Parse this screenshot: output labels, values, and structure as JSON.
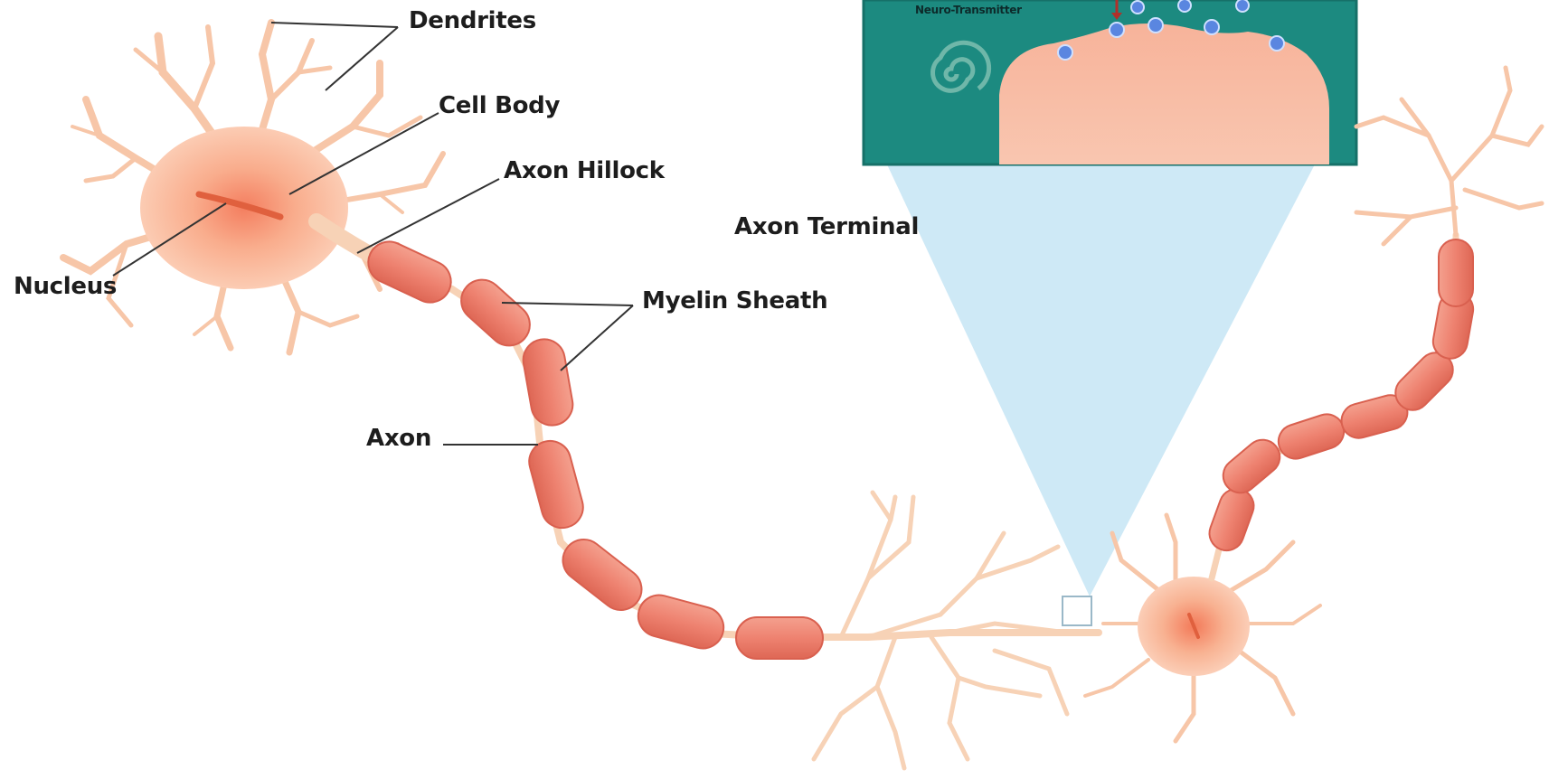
{
  "labels": {
    "dendrites": "Dendrites",
    "cell_body": "Cell Body",
    "axon_hillock": "Axon Hillock",
    "nucleus": "Nucleus",
    "myelin_sheath": "Myelin Sheath",
    "axon": "Axon",
    "axon_terminal": "Axon Terminal",
    "neuro_transmitter": "Neuro-Transmitter"
  },
  "colors": {
    "soma": "#f9b99a",
    "soma_center": "#f48a6a",
    "dendrite": "#f7c6a8",
    "myelin": "#ee8270",
    "myelin_edge": "#d9604f",
    "axon_line": "#f7d2b6",
    "inset_bg": "#1c8a80",
    "zoom_cone": "#c9e7f5",
    "vesicle": "#5a86e0",
    "leader_line": "#333333"
  }
}
